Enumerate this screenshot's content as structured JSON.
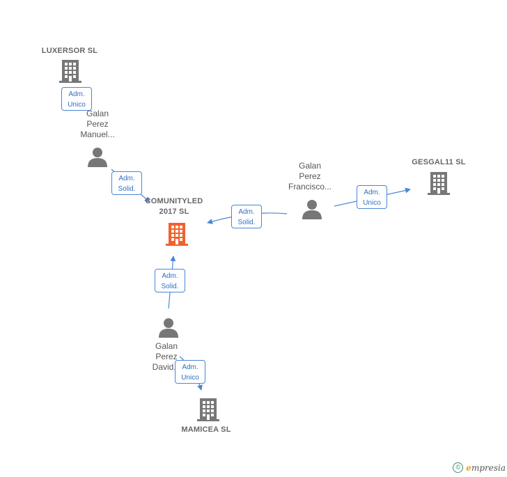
{
  "colors": {
    "edge": "#4a86d4",
    "person": "#777777",
    "company": "#777777",
    "company_focus": "#f0622d"
  },
  "nodes": {
    "luxersor": {
      "label": "LUXERSOR  SL",
      "icon": "building-icon"
    },
    "galan_manuel": {
      "label": "Galan\nPerez\nManuel...",
      "icon": "person-icon"
    },
    "comunityled": {
      "label": "COMUNITYLED\n2017  SL",
      "icon": "building-icon"
    },
    "galan_francisco": {
      "label": "Galan\nPerez\nFrancisco...",
      "icon": "person-icon"
    },
    "gesgal11": {
      "label": "GESGAL11  SL",
      "icon": "building-icon"
    },
    "galan_david": {
      "label": "Galan\nPerez\nDavid...",
      "icon": "person-icon"
    },
    "mamicea": {
      "label": "MAMICEA SL",
      "icon": "building-icon"
    }
  },
  "edges": {
    "manuel_luxersor": {
      "line1": "Adm.",
      "line2": "Unico"
    },
    "manuel_comunityled": {
      "line1": "Adm.",
      "line2": "Solid."
    },
    "francisco_comunityled": {
      "line1": "Adm.",
      "line2": "Solid."
    },
    "francisco_gesgal11": {
      "line1": "Adm.",
      "line2": "Unico"
    },
    "david_comunityled": {
      "line1": "Adm.",
      "line2": "Solid."
    },
    "david_mamicea": {
      "line1": "Adm.",
      "line2": "Unico"
    }
  },
  "footer": {
    "copyright_symbol": "©",
    "brand_initial": "e",
    "brand_rest": "mpresia"
  }
}
